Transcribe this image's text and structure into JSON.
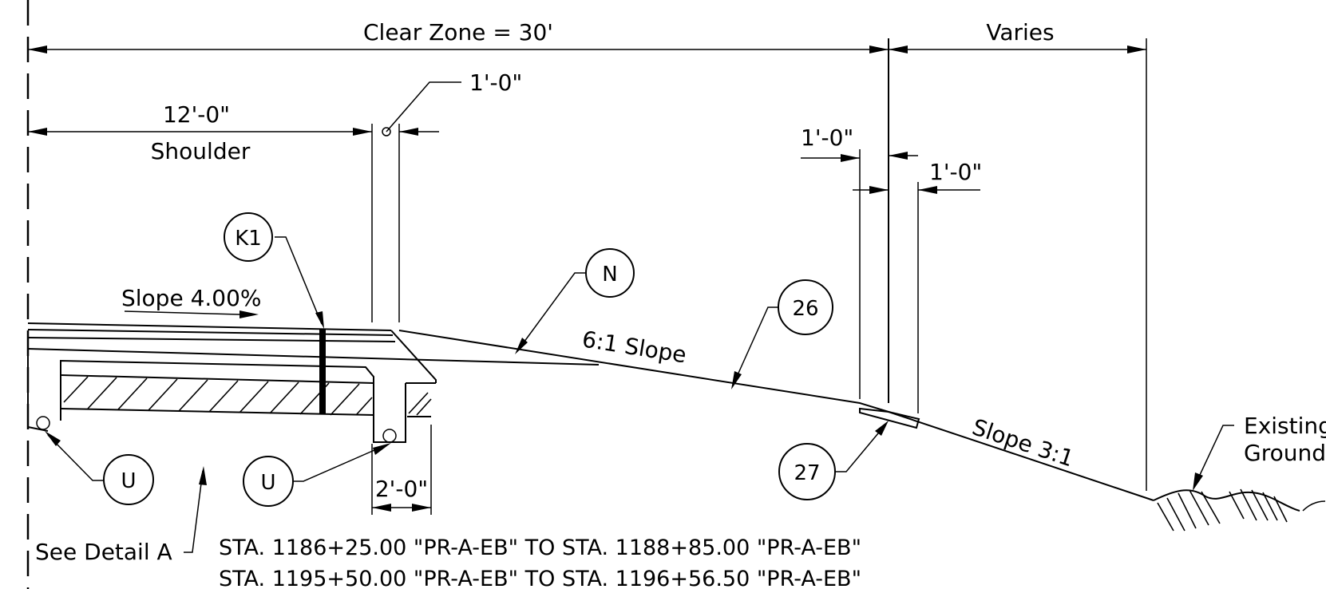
{
  "dimensions": {
    "clear_zone": "Clear Zone = 30'",
    "varies": "Varies",
    "shoulder_width": "12'-0\"",
    "shoulder": "Shoulder",
    "offset_top": "1'-0\"",
    "offset_left": "1'-0\"",
    "offset_right": "1'-0\"",
    "curb_width": "2'-0\""
  },
  "slopes": {
    "shoulder_slope": "Slope 4.00%",
    "foreslope": "6:1 Slope",
    "backslope": "Slope 3:1"
  },
  "callouts": {
    "k1": "K1",
    "n": "N",
    "c26": "26",
    "c27": "27",
    "u_left": "U",
    "u_right": "U"
  },
  "labels": {
    "existing_ground_line1": "Existing",
    "existing_ground_line2": "Ground",
    "see_detail": "See Detail A"
  },
  "stations": {
    "line1": "STA. 1186+25.00 \"PR-A-EB\" TO STA. 1188+85.00 \"PR-A-EB\"",
    "line2": "STA. 1195+50.00 \"PR-A-EB\" TO STA. 1196+56.50 \"PR-A-EB\""
  }
}
